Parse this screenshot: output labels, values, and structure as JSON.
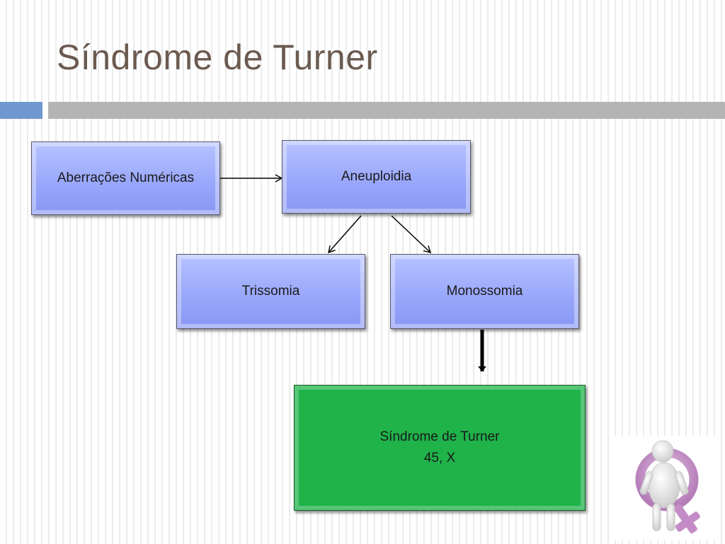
{
  "slide": {
    "title": "Síndrome de Turner"
  },
  "diagram": {
    "nodes": {
      "aberracoes": "Aberrações Numéricas",
      "aneuploidia": "Aneuploidia",
      "trissomia": "Trissomia",
      "monossomia": "Monossomia",
      "turner_line1": "Síndrome de Turner",
      "turner_line2": "45, X"
    },
    "edges": [
      [
        "Aberrações Numéricas",
        "Aneuploidia"
      ],
      [
        "Aneuploidia",
        "Trissomia"
      ],
      [
        "Aneuploidia",
        "Monossomia"
      ],
      [
        "Monossomia",
        "Síndrome de Turner"
      ]
    ],
    "colors": {
      "node_blue": "#9aa8fb",
      "node_green": "#1fb34a",
      "title": "#6b5a50",
      "accent_bar": "#6e98cf",
      "grey_bar": "#b4b4b4"
    }
  },
  "illustration": {
    "icon": "female-symbol-figure-icon"
  }
}
